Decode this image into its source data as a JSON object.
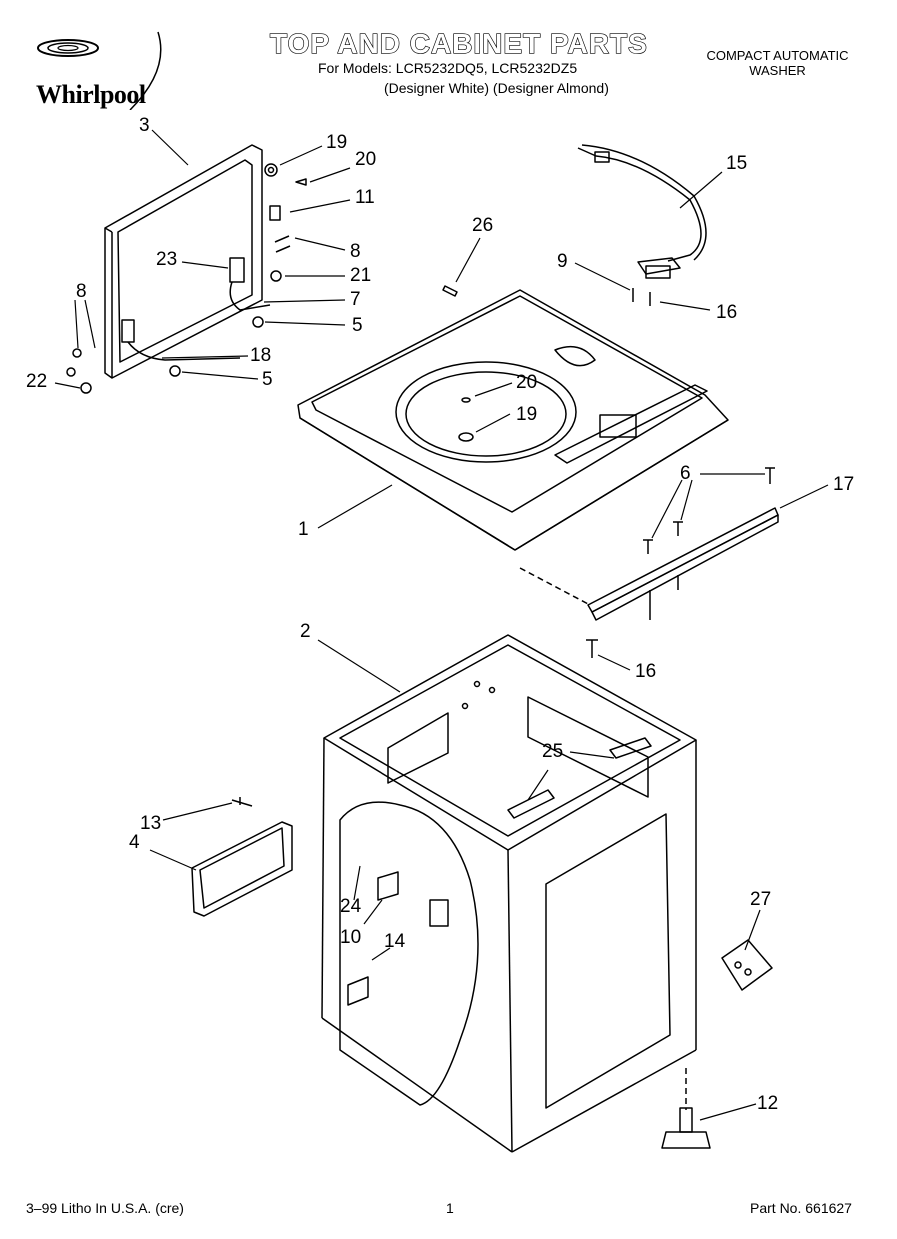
{
  "header": {
    "brand": "Whirlpool",
    "title": "TOP AND CABINET PARTS",
    "models_line": "For Models: LCR5232DQ5, LCR5232DZ5",
    "variants_line": "(Designer White) (Designer Almond)",
    "product_line1": "COMPACT AUTOMATIC",
    "product_line2": "WASHER"
  },
  "callouts": [
    {
      "id": "c3",
      "text": "3"
    },
    {
      "id": "c19a",
      "text": "19"
    },
    {
      "id": "c20a",
      "text": "20"
    },
    {
      "id": "c11",
      "text": "11"
    },
    {
      "id": "c8a",
      "text": "8"
    },
    {
      "id": "c23",
      "text": "23"
    },
    {
      "id": "c21",
      "text": "21"
    },
    {
      "id": "c8b",
      "text": "8"
    },
    {
      "id": "c7",
      "text": "7"
    },
    {
      "id": "c5a",
      "text": "5"
    },
    {
      "id": "c18",
      "text": "18"
    },
    {
      "id": "c22",
      "text": "22"
    },
    {
      "id": "c5b",
      "text": "5"
    },
    {
      "id": "c26",
      "text": "26"
    },
    {
      "id": "c15",
      "text": "15"
    },
    {
      "id": "c9",
      "text": "9"
    },
    {
      "id": "c16a",
      "text": "16"
    },
    {
      "id": "c20b",
      "text": "20"
    },
    {
      "id": "c19b",
      "text": "19"
    },
    {
      "id": "c6",
      "text": "6"
    },
    {
      "id": "c17",
      "text": "17"
    },
    {
      "id": "c1",
      "text": "1"
    },
    {
      "id": "c2",
      "text": "2"
    },
    {
      "id": "c16b",
      "text": "16"
    },
    {
      "id": "c25",
      "text": "25"
    },
    {
      "id": "c13",
      "text": "13"
    },
    {
      "id": "c4",
      "text": "4"
    },
    {
      "id": "c24",
      "text": "24"
    },
    {
      "id": "c10",
      "text": "10"
    },
    {
      "id": "c14",
      "text": "14"
    },
    {
      "id": "c27",
      "text": "27"
    },
    {
      "id": "c12",
      "text": "12"
    }
  ],
  "footer": {
    "left": "3–99 Litho In U.S.A. (cre)",
    "center": "1",
    "right": "Part No. 661627"
  }
}
